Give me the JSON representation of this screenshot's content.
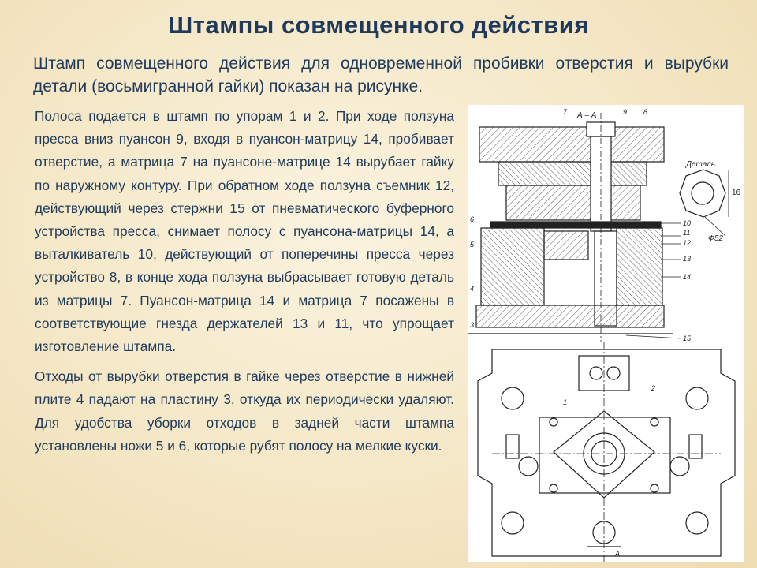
{
  "slide": {
    "title": "Штампы совмещенного действия",
    "intro": "Штамп совмещенного действия для одновременной пробивки отверстия и вырубки детали (восьмигранной гайки) показан на рисунке.",
    "paragraphs": [
      "Полоса подается в штамп по упорам 1 и 2. При ходе ползуна пресса вниз пуансон 9, входя в пуансон-матрицу 14, пробивает отверстие, а матрица 7 на пуансоне-матрице 14 вырубает гайку по наружному контуру. При обратном ходе ползуна съемник 12, действующий через стержни 15 от пневматического буферного устройства пресса, снимает полосу с пуансона-матрицы 14, а выталкиватель 10, действующий от поперечины пресса через устройство 8, в конце хода ползуна выбрасывает готовую деталь из матрицы 7. Пуансон-матрица 14 и матрица 7 посажены в соответствующие гнезда держателей 13 и 11, что упрощает изготовление штампа.",
      "Отходы от вырубки отверстия в гайке через отверстие в нижней плите 4 падают на пластину 3, откуда их периодически удаляют. Для удобства уборки отходов в задней части штампа установлены ножи 5 и 6, которые рубят полосу на мелкие куски."
    ]
  },
  "drawing": {
    "section_label": "А – А",
    "detail_label": "Деталь",
    "diameter_label": "Ф52",
    "dimension_label": "16",
    "arrow_label": "А",
    "part_numbers_top": [
      "7",
      "9",
      "8"
    ],
    "part_numbers_right": [
      "10",
      "11",
      "12",
      "13",
      "14",
      "15"
    ],
    "part_numbers_left": [
      "6",
      "5",
      "4",
      "3"
    ],
    "part_numbers_plan": [
      "1",
      "2"
    ]
  }
}
